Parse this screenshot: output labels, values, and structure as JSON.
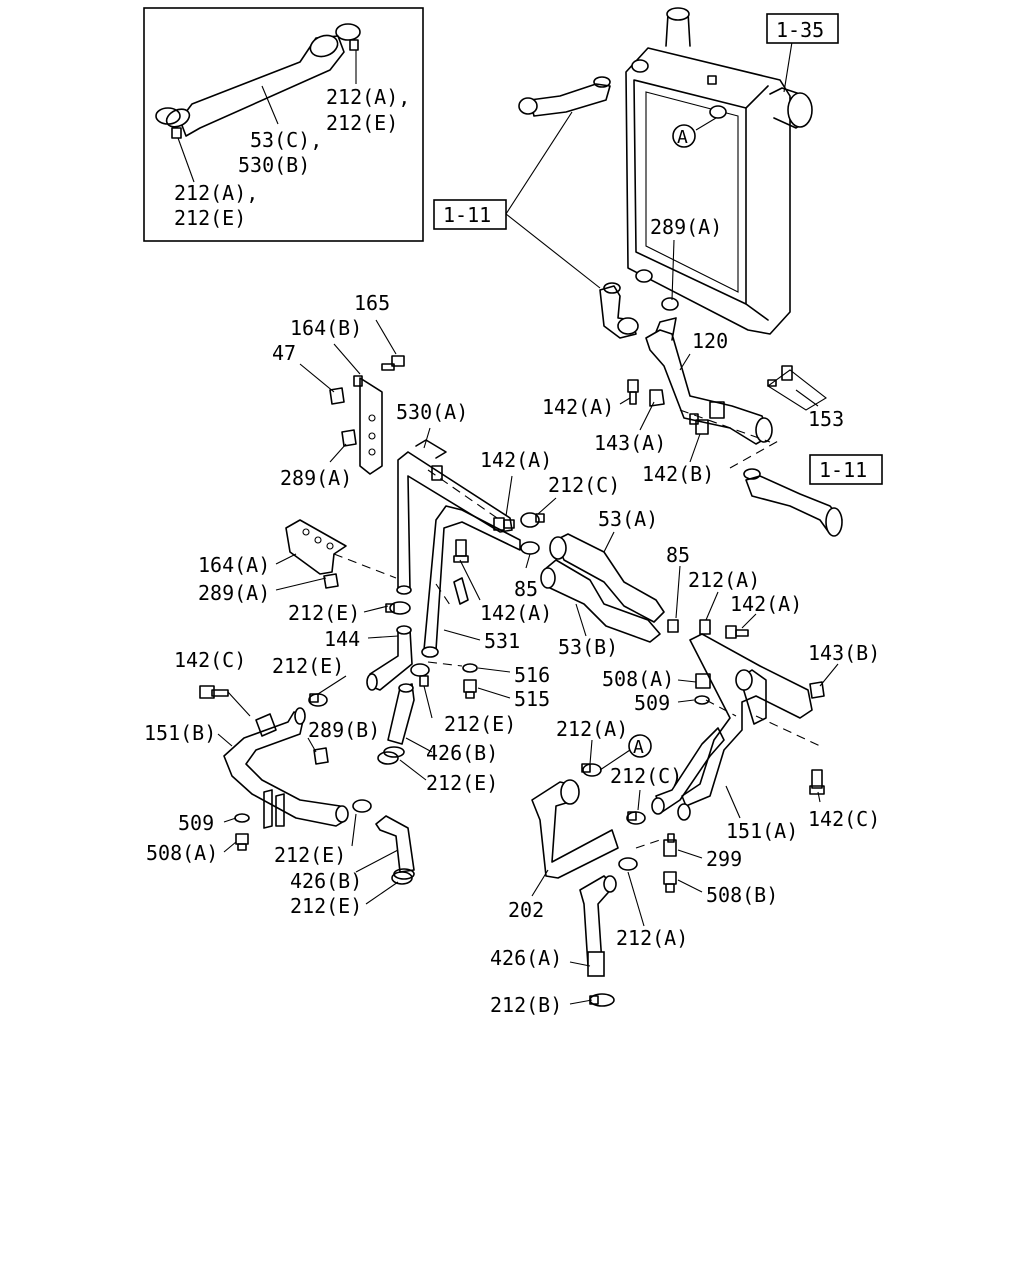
{
  "inset": {
    "labels": [
      "212(A),",
      "212(E)",
      "53(C),",
      "530(B)",
      "212(A),",
      "212(E)"
    ]
  },
  "refs": [
    "1-35",
    "1-11",
    "1-11"
  ],
  "circle_refs": [
    "A",
    "A"
  ],
  "labels": [
    "289(A)",
    "120",
    "153",
    "142(A)",
    "143(A)",
    "142(B)",
    "165",
    "164(B)",
    "47",
    "530(A)",
    "289(A)",
    "142(A)",
    "212(C)",
    "53(A)",
    "85",
    "212(A)",
    "142(A)",
    "143(B)",
    "164(A)",
    "289(A)",
    "85",
    "212(E)",
    "142(A)",
    "53(B)",
    "144",
    "531",
    "516",
    "515",
    "508(A)",
    "509",
    "142(C)",
    "212(E)",
    "289(B)",
    "151(B)",
    "212(E)",
    "426(B)",
    "212(E)",
    "212(A)",
    "212(C)",
    "151(A)",
    "142(C)",
    "299",
    "508(B)",
    "509",
    "508(A)",
    "212(E)",
    "426(B)",
    "212(E)",
    "202",
    "212(A)",
    "426(A)",
    "212(B)"
  ]
}
